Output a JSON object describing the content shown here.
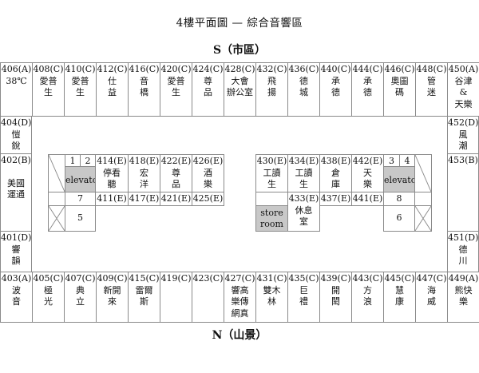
{
  "title": "4樓平面圖 — 綜合音響區",
  "south_label": "S（市區）",
  "north_label": "N（山景）",
  "colors": {
    "border": "#8a8a8a",
    "elevator_fill": "#c8c8c8",
    "text": "#111111"
  },
  "top_row": [
    {
      "id": "406(A)",
      "name": "38℃"
    },
    {
      "id": "408(C)",
      "name": "愛普\n生"
    },
    {
      "id": "410(C)",
      "name": "愛普\n生"
    },
    {
      "id": "412(C)",
      "name": "仕\n益"
    },
    {
      "id": "416(C)",
      "name": "音\n橋"
    },
    {
      "id": "420(C)",
      "name": "愛普\n生"
    },
    {
      "id": "424(C)",
      "name": "尊\n品"
    },
    {
      "id": "428(C)",
      "name": "大會\n辦公室"
    },
    {
      "id": "432(C)",
      "name": "飛\n揚"
    },
    {
      "id": "436(C)",
      "name": "德\n城"
    },
    {
      "id": "440(C)",
      "name": "承\n德"
    },
    {
      "id": "444(C)",
      "name": "承\n德"
    },
    {
      "id": "446(C)",
      "name": "奧圖\n碼"
    },
    {
      "id": "448(C)",
      "name": "管\n迷"
    },
    {
      "id": "450(A)",
      "name": "谷津\n&\n天樂"
    }
  ],
  "bottom_row": [
    {
      "id": "403(A)",
      "name": "波\n音"
    },
    {
      "id": "405(C)",
      "name": "極\n光"
    },
    {
      "id": "407(C)",
      "name": "典\n立"
    },
    {
      "id": "409(C)",
      "name": "新開\n來"
    },
    {
      "id": "415(C)",
      "name": "雷爾\n斯"
    },
    {
      "id": "419(C)",
      "name": ""
    },
    {
      "id": "423(C)",
      "name": ""
    },
    {
      "id": "427(C)",
      "name": "響高\n樂傳\n網真"
    },
    {
      "id": "431(C)",
      "name": "雙木\n林"
    },
    {
      "id": "435(C)",
      "name": "巨\n禮"
    },
    {
      "id": "439(C)",
      "name": "開\n閎"
    },
    {
      "id": "443(C)",
      "name": "方\n浪"
    },
    {
      "id": "445(C)",
      "name": "慧\n康"
    },
    {
      "id": "447(C)",
      "name": "海\n威"
    },
    {
      "id": "449(A)",
      "name": "熊快\n樂"
    }
  ],
  "left_col": [
    {
      "id": "404(D)",
      "name": "愷\n銳"
    },
    {
      "id": "402(B)",
      "name": "美國\n運通"
    },
    {
      "id": "401(D)",
      "name": "響\n韻"
    }
  ],
  "right_col": [
    {
      "id": "452(D)",
      "name": "風\n潮"
    },
    {
      "id": "453(B)",
      "name": ""
    },
    {
      "id": "451(D)",
      "name": "德\n川"
    }
  ],
  "left_island": {
    "c1": "1",
    "c2": "2",
    "elevator": "elevator",
    "e414": {
      "id": "414(E)",
      "name": "停看\n聽"
    },
    "e418": {
      "id": "418(E)",
      "name": "宏\n洋"
    },
    "e422": {
      "id": "422(E)",
      "name": "尊\n品"
    },
    "e426": {
      "id": "426(E)",
      "name": "酒\n樂"
    },
    "c7": "7",
    "c5": "5",
    "e411": "411(E)",
    "e417": "417(E)",
    "e421": "421(E)",
    "e425": "425(E)"
  },
  "right_island": {
    "e430": {
      "id": "430(E)",
      "name": "工讀\n生"
    },
    "e434": {
      "id": "434(E)",
      "name": "工讀\n生"
    },
    "e438": {
      "id": "438(E)",
      "name": "倉\n庫"
    },
    "e442": {
      "id": "442(E)",
      "name": "天\n樂"
    },
    "c3": "3",
    "c4": "4",
    "elevator": "elevator",
    "e433": {
      "id": "433(E)",
      "name": "休息\n室"
    },
    "e437": "437(E)",
    "e441": "441(E)",
    "c8": "8",
    "c6": "6",
    "store_room": "store\nroom"
  }
}
